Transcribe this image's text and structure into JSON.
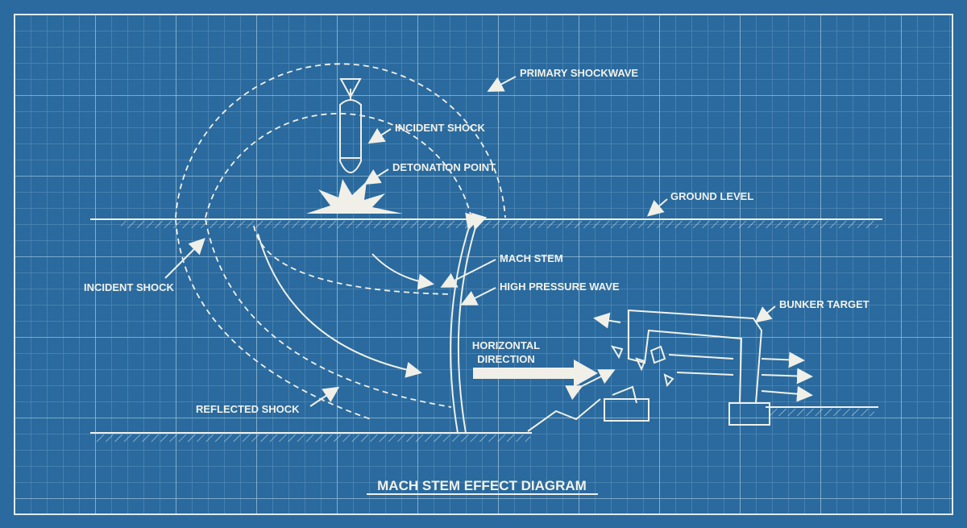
{
  "title": "MACH STEM EFFECT DIAGRAM",
  "labels": {
    "primary_shockwave": "PRIMARY SHOCKWAVE",
    "incident_shock_top": "INCIDENT SHOCK",
    "detonation_point": "DETONATION POINT",
    "ground_level": "GROUND LEVEL",
    "incident_shock_left": "INCIDENT SHOCK",
    "mach_stem": "MACH STEM",
    "high_pressure_wave": "HIGH PRESSURE WAVE",
    "bunker_target": "BUNKER TARGET",
    "horizontal_line1": "HORIZONTAL",
    "horizontal_line2": "DIRECTION",
    "reflected_shock": "REFLECTED SHOCK"
  },
  "colors": {
    "background": "#2a6a9e",
    "ink": "#f0f0e8",
    "grid": "#a9cbe6"
  }
}
